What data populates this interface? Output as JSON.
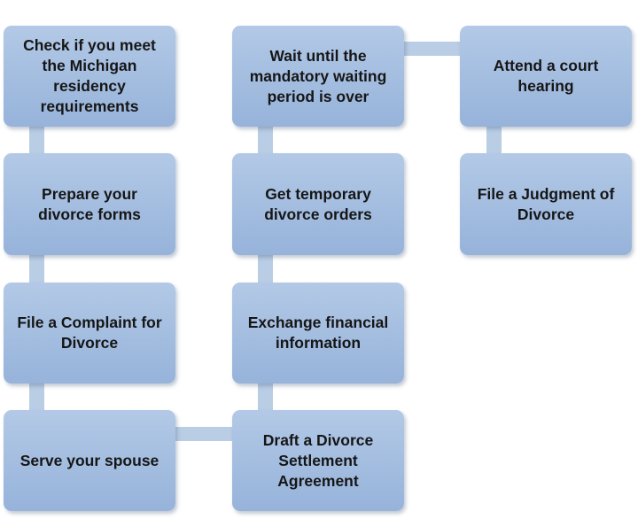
{
  "steps": [
    {
      "id": "residency",
      "label": "Check if you meet the Michigan residency requirements"
    },
    {
      "id": "prepare-forms",
      "label": "Prepare your divorce forms"
    },
    {
      "id": "file-complaint",
      "label": "File a Complaint for Divorce"
    },
    {
      "id": "serve-spouse",
      "label": "Serve your spouse"
    },
    {
      "id": "settlement",
      "label": "Draft a Divorce Settlement Agreement"
    },
    {
      "id": "financial",
      "label": "Exchange financial information"
    },
    {
      "id": "temporary-orders",
      "label": "Get temporary divorce orders"
    },
    {
      "id": "waiting-period",
      "label": "Wait until the mandatory waiting period is over"
    },
    {
      "id": "court-hearing",
      "label": "Attend a court hearing"
    },
    {
      "id": "judgment",
      "label": "File a Judgment of Divorce"
    }
  ],
  "colors": {
    "box_fill": "#a3bde0",
    "connector": "#b9cde5",
    "text": "#161616"
  }
}
